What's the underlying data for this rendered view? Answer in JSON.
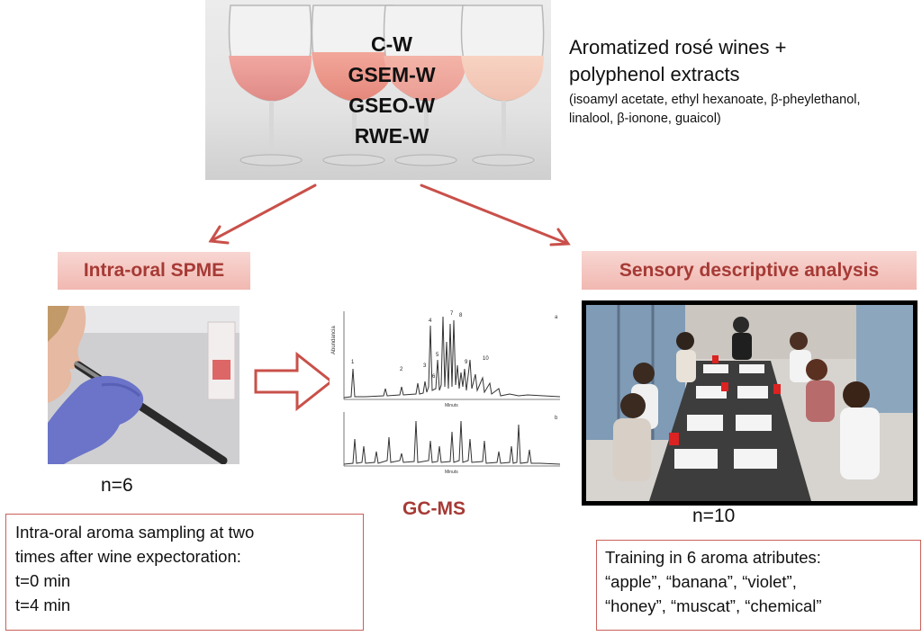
{
  "wines": {
    "codes": [
      "C-W",
      "GSEM-W",
      "GSEO-W",
      "RWE-W"
    ],
    "title_line1": "Aromatized rosé wines +",
    "title_line2": "polyphenol extracts",
    "compounds_line1": "(isoamyl acetate, ethyl hexanoate, β-pheylethanol,",
    "compounds_line2": "linalool, β-ionone, guaicol)"
  },
  "left_branch": {
    "header": "Intra-oral SPME",
    "n_label": "n=6",
    "box_lines": [
      "Intra-oral aroma sampling at two",
      "times after wine expectoration:",
      "t=0 min",
      "t=4 min"
    ]
  },
  "middle": {
    "method_label": "GC-MS",
    "chromatogram_a": {
      "y_axis": "Abundancia",
      "x_axis": "Minuts",
      "panel": "a",
      "peak_labels": [
        "1",
        "2",
        "3",
        "4",
        "5",
        "6",
        "7",
        "8",
        "9",
        "10"
      ]
    },
    "chromatogram_b": {
      "x_axis": "Minuts",
      "panel": "b"
    }
  },
  "right_branch": {
    "header": "Sensory descriptive analysis",
    "n_label": "n=10",
    "box_lines": [
      "Training in 6 aroma atributes:",
      "“apple”, “banana”, “violet”,",
      "“honey”, “muscat”, “chemical”"
    ]
  },
  "colors": {
    "accent": "#a63a35",
    "arrow": "#c9504a",
    "header_bg": "#f3c3bd"
  }
}
